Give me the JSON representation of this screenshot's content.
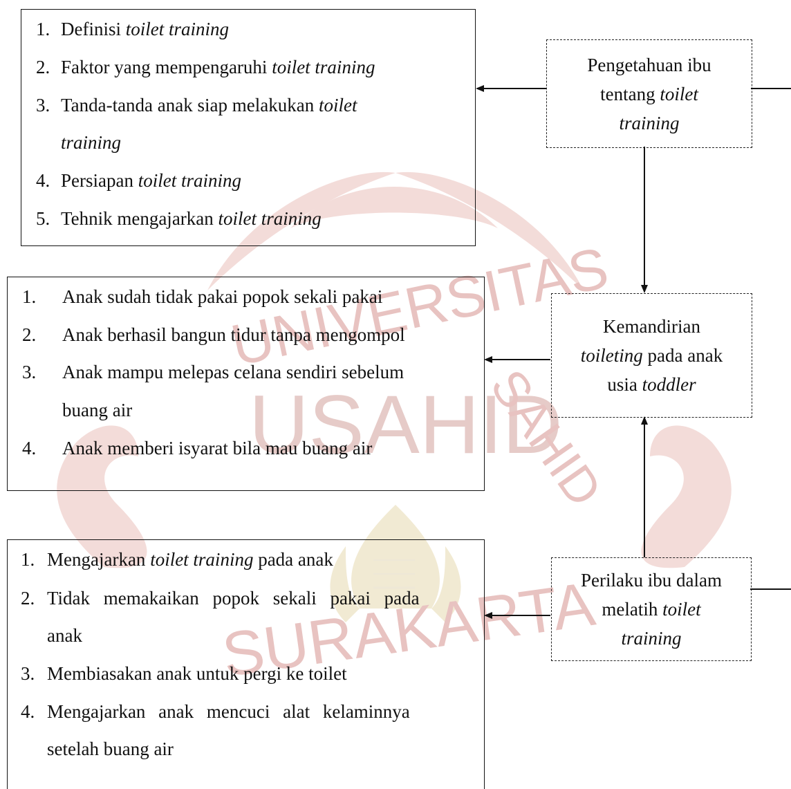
{
  "watermark": {
    "arc_top": "UNIVERSITAS",
    "center": "USAHID",
    "arc_bottom": "SURAKARTA",
    "arc_right": "SAHID"
  },
  "box_knowledge": {
    "items": [
      {
        "n": "1.",
        "a": "Definisi ",
        "b": "toilet training"
      },
      {
        "n": "2.",
        "a": "Faktor yang mempengaruhi ",
        "b": "toilet training"
      },
      {
        "n": "3.",
        "a": "Tanda-tanda anak siap melakukan ",
        "b": "toilet"
      },
      {
        "n": "",
        "a": "",
        "b": "training"
      },
      {
        "n": "4.",
        "a": "Persiapan ",
        "b": "toilet training"
      },
      {
        "n": "5.",
        "a": "Tehnik mengajarkan ",
        "b": "toilet training"
      }
    ]
  },
  "box_independence": {
    "items": [
      {
        "n": "1.",
        "t": "Anak sudah tidak pakai popok sekali pakai"
      },
      {
        "n": "2.",
        "t": "Anak berhasil bangun tidur tanpa mengompol"
      },
      {
        "n": "3.",
        "t": "Anak mampu melepas celana sendiri sebelum"
      },
      {
        "n": "",
        "t": "buang air"
      },
      {
        "n": "4.",
        "t": "Anak memberi isyarat bila mau buang air"
      }
    ]
  },
  "box_behavior": {
    "items": [
      {
        "n": "1.",
        "a": "Mengajarkan ",
        "b": "toilet training",
        "c": " pada anak"
      },
      {
        "n": "2.",
        "a": "Tidak memakaikan popok sekali pakai pada",
        "b": "",
        "c": ""
      },
      {
        "n": "",
        "a": "anak",
        "b": "",
        "c": ""
      },
      {
        "n": "3.",
        "a": "Membiasakan anak untuk pergi ke toilet",
        "b": "",
        "c": ""
      },
      {
        "n": "4.",
        "a": "Mengajarkan anak mencuci alat kelaminnya",
        "b": "",
        "c": ""
      },
      {
        "n": "",
        "a": "setelah buang air",
        "b": "",
        "c": ""
      }
    ]
  },
  "node_knowledge": {
    "l1": "Pengetahuan ibu",
    "l2a": "tentang ",
    "l2b": "toilet",
    "l3": "training"
  },
  "node_independence": {
    "l1": "Kemandirian",
    "l2a": "toileting",
    "l2b": " pada anak",
    "l3a": "usia ",
    "l3b": "toddler"
  },
  "node_behavior": {
    "l1": "Perilaku ibu dalam",
    "l2a": "melatih ",
    "l2b": "toilet",
    "l3": "training"
  }
}
